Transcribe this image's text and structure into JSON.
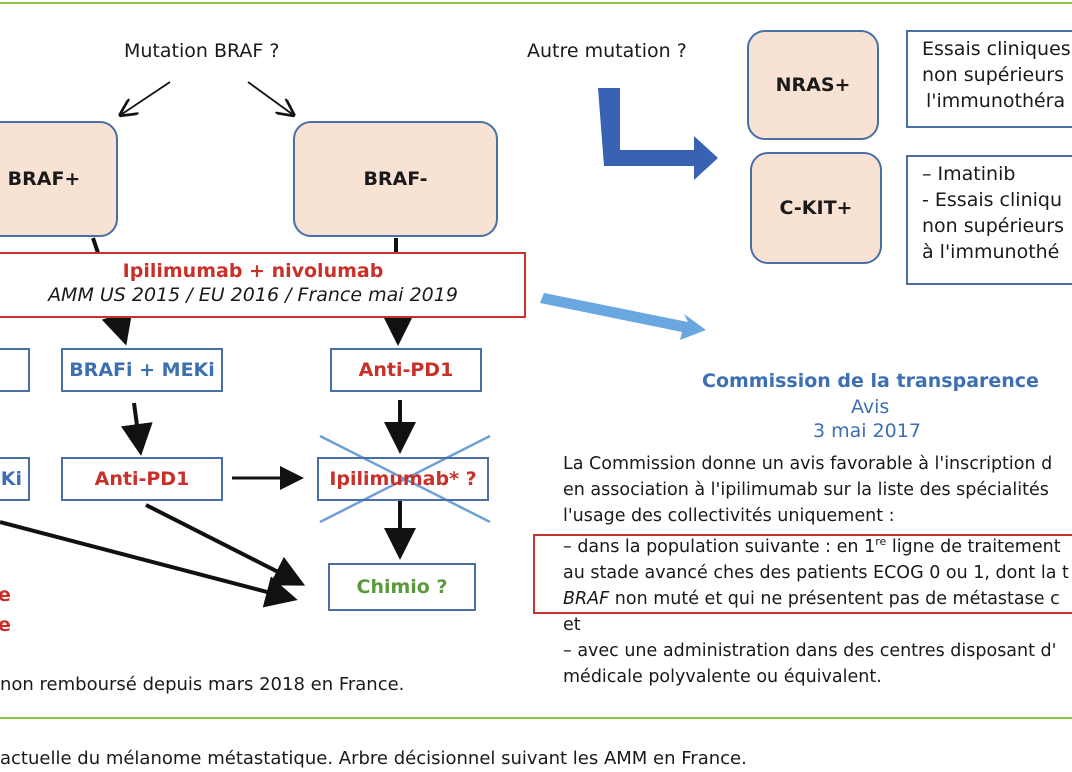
{
  "diagram": {
    "q_braf": "Mutation BRAF ?",
    "q_other": "Autre mutation ?",
    "braf_pos": "BRAF+",
    "braf_neg": "BRAF-",
    "nras": "NRAS+",
    "ckit": "C-KIT+",
    "nras_box": [
      "Essais cliniques",
      "non supérieurs",
      "l'immunothéra"
    ],
    "ckit_box": [
      "– Imatinib",
      "- Essais cliniqu",
      "non supérieurs",
      "à l'immunothé"
    ],
    "ipi_title": "Ipilimumab + nivolumab",
    "ipi_sub": "AMM US 2015 / EU 2016 / France mai 2019",
    "brafi_meki": "BRAFi + MEKi",
    "anti_pd1_left": "Anti-PD1",
    "anti_pd1_right": "Anti-PD1",
    "ipilimumab": "Ipilimumab* ?",
    "chimio": "Chimio ?",
    "left_ki": "Ki",
    "left_e1": "e",
    "left_e2": "e",
    "footnote": "non remboursé depuis mars 2018 en France."
  },
  "commission": {
    "title": "Commission de la transparence",
    "avis": "Avis",
    "date": "3 mai 2017",
    "line1": "La Commission donne un avis favorable à l'inscription d",
    "line2": "en association à l'ipilimumab sur la liste des spécialités",
    "line3": "l'usage des collectivités uniquement :",
    "line4_a": "– dans la population suivante : en 1",
    "line4_sup": "re",
    "line4_b": " ligne de traitement",
    "line5": "au stade avancé ches des patients ECOG 0 ou 1, dont la t",
    "line6_italic": "BRAF",
    "line6_rest": " non muté et qui ne présentent pas de métastase c",
    "line7": "et",
    "line8": "– avec une administration dans des centres disposant d'",
    "line9": "médicale polyvalente ou équivalent."
  },
  "caption": "actuelle du mélanome métastatique. Arbre décisionnel suivant les AMM en France.",
  "colors": {
    "red": "#c8312a",
    "blue": "#3d6fb3",
    "green": "#5a9a3c",
    "node_fill": "#f8e2d4",
    "border": "#4a6fa5",
    "rule": "#8cc63f"
  }
}
